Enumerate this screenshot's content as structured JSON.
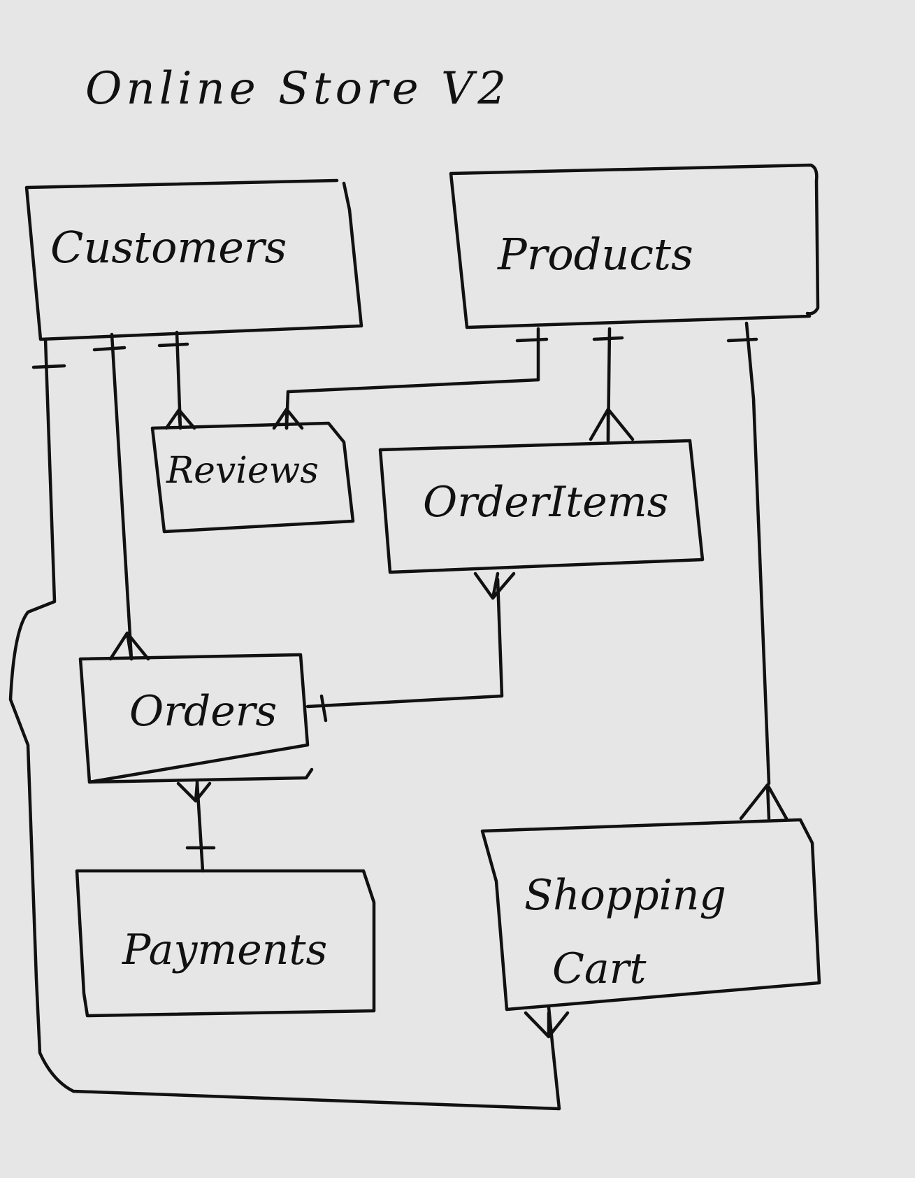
{
  "title": "Online Store V2",
  "entities": {
    "customers": "Customers",
    "products": "Products",
    "reviews": "Reviews",
    "order_items": "OrderItems",
    "orders": "Orders",
    "payments": "Payments",
    "shopping_cart_line1": "Shopping",
    "shopping_cart_line2": "Cart"
  },
  "relationships": [
    {
      "from": "Customers",
      "to": "Reviews",
      "from_end": "one",
      "to_end": "many"
    },
    {
      "from": "Products",
      "to": "Reviews",
      "from_end": "one",
      "to_end": "many"
    },
    {
      "from": "Products",
      "to": "OrderItems",
      "from_end": "one",
      "to_end": "many"
    },
    {
      "from": "Customers",
      "to": "Orders",
      "from_end": "one",
      "to_end": "many"
    },
    {
      "from": "Orders",
      "to": "OrderItems",
      "from_end": "one",
      "to_end": "many"
    },
    {
      "from": "Orders",
      "to": "Payments",
      "from_end": "many",
      "to_end": "one"
    },
    {
      "from": "Products",
      "to": "Shopping Cart",
      "from_end": "one",
      "to_end": "many"
    },
    {
      "from": "Customers",
      "to": "Shopping Cart",
      "from_end": "one",
      "to_end": "many"
    }
  ],
  "colors": {
    "background": "#e6e6e6",
    "ink": "#111111"
  }
}
